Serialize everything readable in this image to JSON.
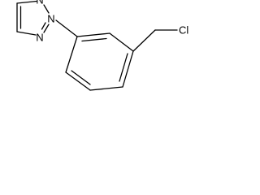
{
  "molecule": {
    "atoms": {
      "n1": "N",
      "n2": "N",
      "n3": "N",
      "cl": "Cl"
    },
    "colors": {
      "bond": "#000000",
      "label": "#000000",
      "background": "#ffffff"
    }
  }
}
